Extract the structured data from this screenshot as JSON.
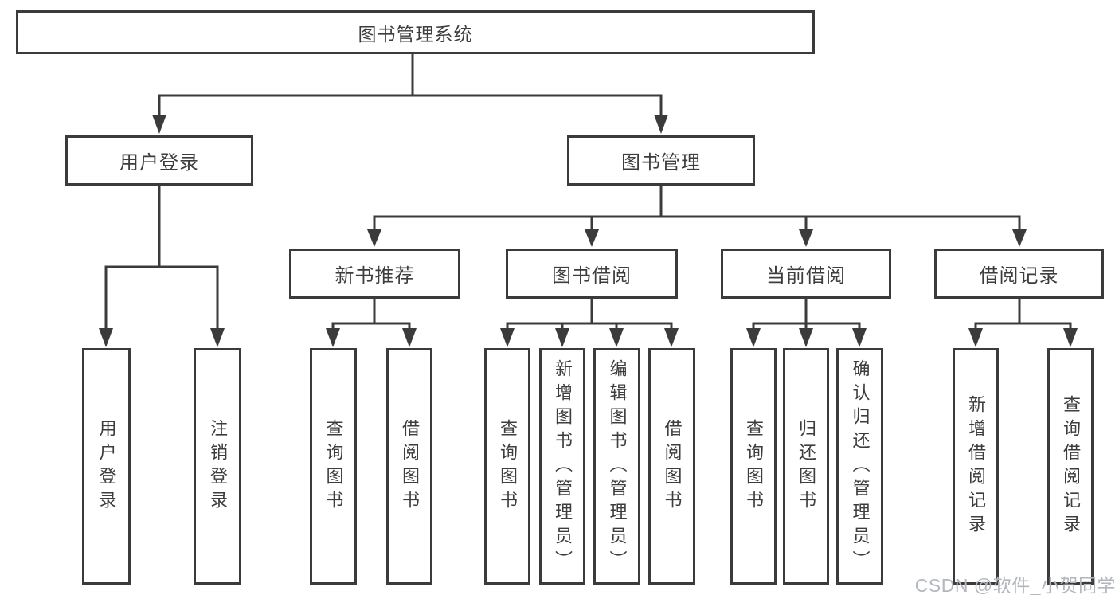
{
  "colors": {
    "background": "#ffffff",
    "line": "#3b3b3b",
    "text": "#3d3d3d",
    "watermark": "#b3b7bd"
  },
  "diagram": {
    "root": {
      "label": "图书管理系统"
    },
    "level2": [
      {
        "label": "用户登录"
      },
      {
        "label": "图书管理"
      }
    ],
    "level3": [
      {
        "label": "新书推荐",
        "parent": "图书管理"
      },
      {
        "label": "图书借阅",
        "parent": "图书管理"
      },
      {
        "label": "当前借阅",
        "parent": "图书管理"
      },
      {
        "label": "借阅记录",
        "parent": "图书管理"
      }
    ],
    "leaves": [
      {
        "label": "用户登录",
        "parent": "用户登录"
      },
      {
        "label": "注销登录",
        "parent": "用户登录"
      },
      {
        "label": "查询图书",
        "parent": "新书推荐"
      },
      {
        "label": "借阅图书",
        "parent": "新书推荐"
      },
      {
        "label": "查询图书",
        "parent": "图书借阅"
      },
      {
        "label": "新增图书（管理员）",
        "parent": "图书借阅"
      },
      {
        "label": "编辑图书（管理员）",
        "parent": "图书借阅"
      },
      {
        "label": "借阅图书",
        "parent": "图书借阅"
      },
      {
        "label": "查询图书",
        "parent": "当前借阅"
      },
      {
        "label": "归还图书",
        "parent": "当前借阅"
      },
      {
        "label": "确认归还（管理员）",
        "parent": "当前借阅"
      },
      {
        "label": "新增借阅记录",
        "parent": "借阅记录"
      },
      {
        "label": "查询借阅记录",
        "parent": "借阅记录"
      }
    ]
  },
  "watermark": {
    "text": "CSDN @软件_小贺同学"
  }
}
